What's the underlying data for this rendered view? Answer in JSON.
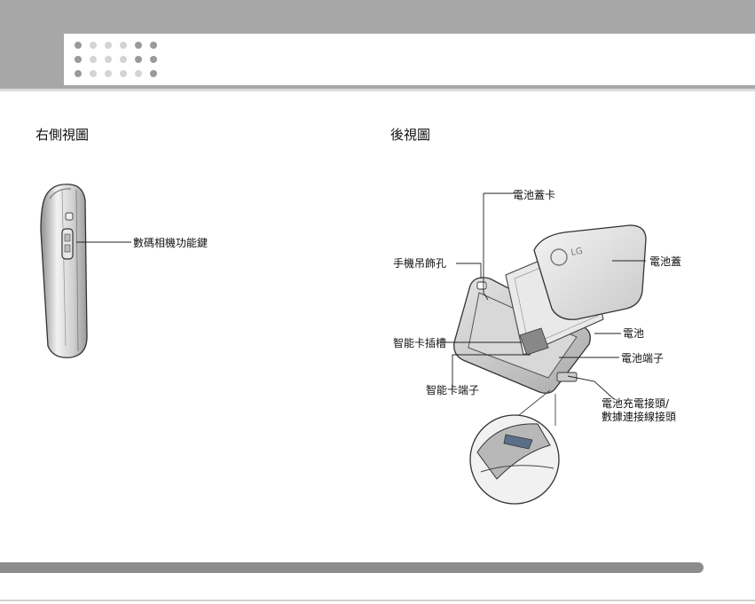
{
  "sections": {
    "right_view": {
      "title": "右側視圖",
      "callouts": {
        "camera_key": "數碼相機功能鍵"
      }
    },
    "rear_view": {
      "title": "後視圖",
      "callouts": {
        "cover_latch": "電池蓋卡",
        "strap_hole": "手機吊飾孔",
        "battery_cover": "電池蓋",
        "battery": "電池",
        "sim_slot": "智能卡插槽",
        "battery_terminal": "電池端子",
        "sim_terminal": "智能卡端子",
        "charger_connector_line1": "電池充電接頭/",
        "charger_connector_line2": "數據連接線接頭"
      }
    }
  },
  "logo_text": "LG",
  "colors": {
    "header_gray": "#a7a7a7",
    "footer_gray": "#8c8c8c",
    "dot_dark": "#9a9a9a",
    "dot_light": "#d4d4d4"
  }
}
